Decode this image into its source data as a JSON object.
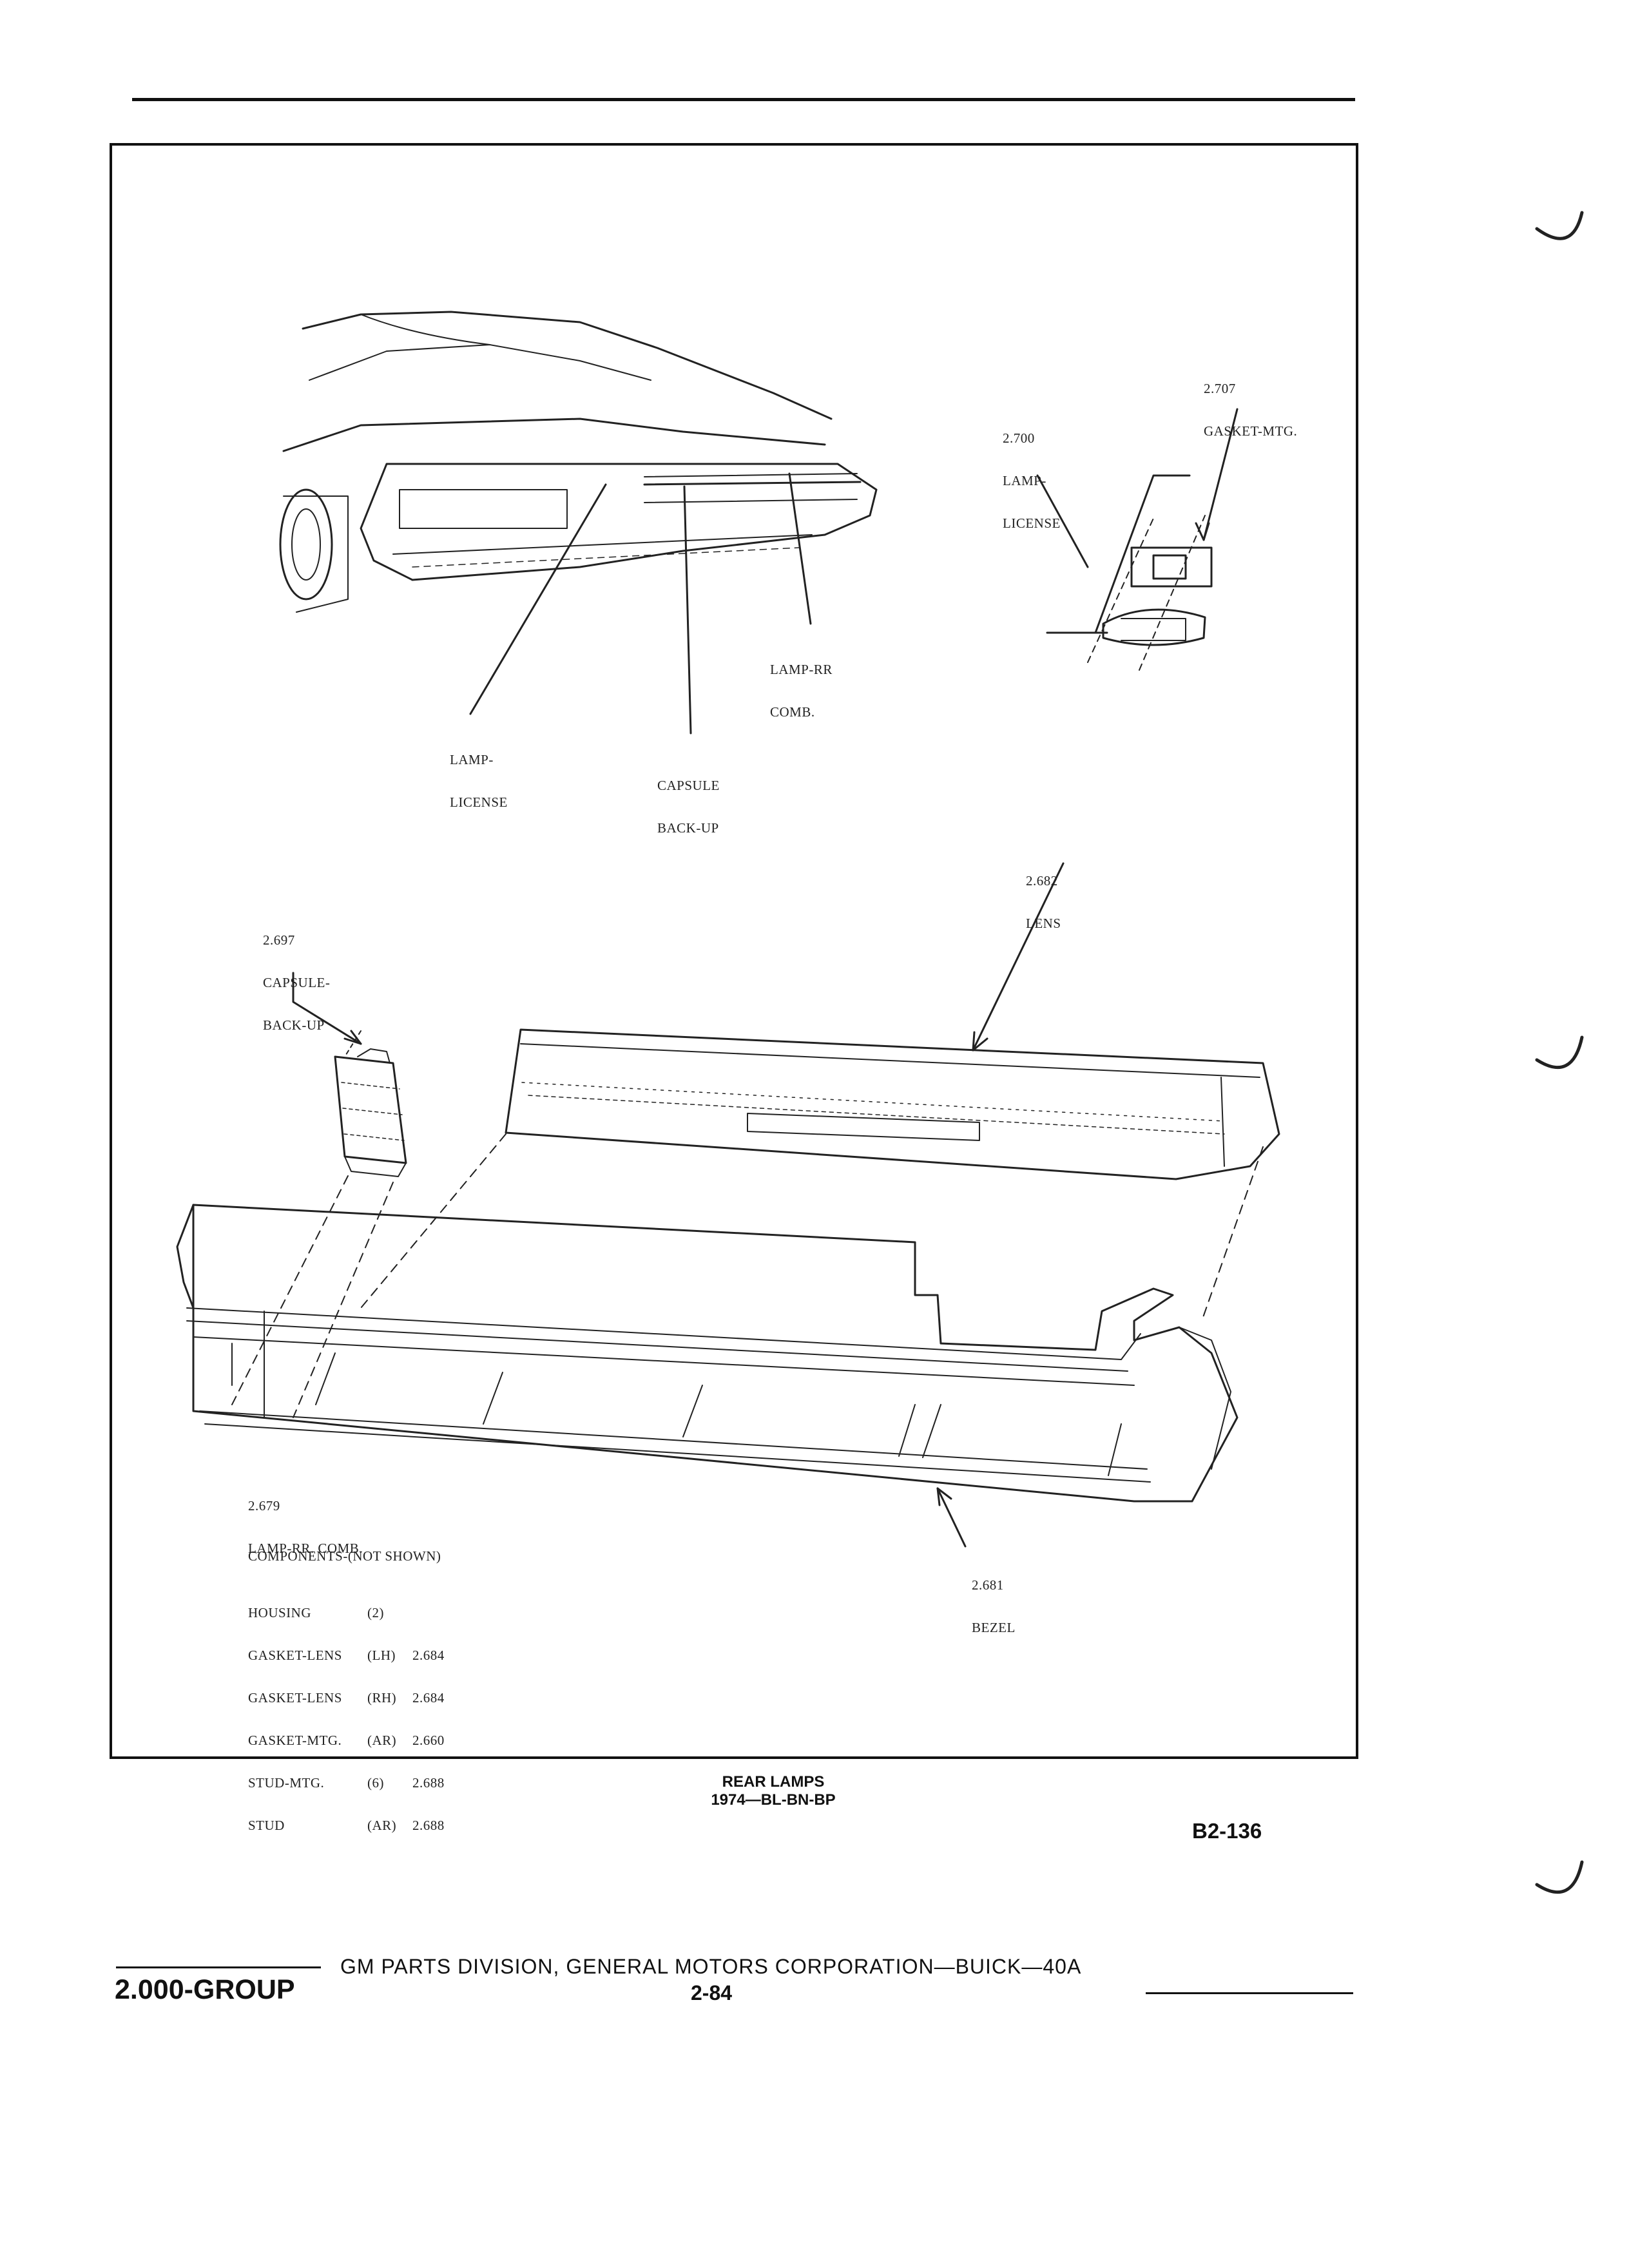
{
  "callouts": {
    "gasket_mtg": {
      "num": "2.707",
      "name": "GASKET-MTG."
    },
    "lamp_license_detail": {
      "num": "2.700",
      "name1": "LAMP-",
      "name2": "LICENSE"
    },
    "lamp_rr_comb": {
      "name1": "LAMP-RR",
      "name2": "COMB."
    },
    "lamp_license": {
      "name1": "LAMP-",
      "name2": "LICENSE"
    },
    "capsule_backup": {
      "name1": "CAPSULE",
      "name2": "BACK-UP"
    },
    "lens": {
      "num": "2.682",
      "name": "LENS"
    },
    "capsule_backup_detail": {
      "num": "2.697",
      "name1": "CAPSULE-",
      "name2": "BACK-UP"
    },
    "lamp_rr_comb_detail": {
      "num": "2.679",
      "name": "LAMP-RR. COMB."
    },
    "bezel": {
      "num": "2.681",
      "name": "BEZEL"
    }
  },
  "components": {
    "heading": "COMPONENTS-(NOT SHOWN)",
    "rows": [
      {
        "name": "HOUSING",
        "qty": "(2)",
        "ref": ""
      },
      {
        "name": "GASKET-LENS",
        "qty": "(LH)",
        "ref": "2.684"
      },
      {
        "name": "GASKET-LENS",
        "qty": "(RH)",
        "ref": "2.684"
      },
      {
        "name": "GASKET-MTG.",
        "qty": "(AR)",
        "ref": "2.660"
      },
      {
        "name": "STUD-MTG.",
        "qty": "(6)",
        "ref": "2.688"
      },
      {
        "name": "STUD",
        "qty": "(AR)",
        "ref": "2.688"
      }
    ]
  },
  "caption": {
    "title": "REAR LAMPS",
    "models": "1974—BL-BN-BP"
  },
  "figure_id": "B2-136",
  "footer": {
    "group": "2.000-GROUP",
    "publisher": "GM PARTS DIVISION, GENERAL MOTORS CORPORATION—BUICK—40A",
    "page": "2-84"
  }
}
